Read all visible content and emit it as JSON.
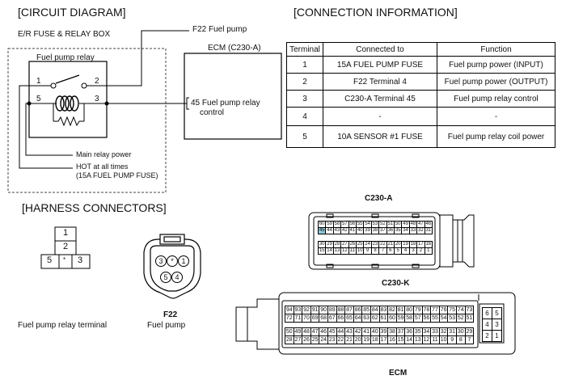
{
  "circuit": {
    "title": "[CIRCUIT DIAGRAM]",
    "box_label": "E/R FUSE & RELAY BOX",
    "relay_label": "Fuel pump relay",
    "pins": [
      "1",
      "2",
      "5",
      "3"
    ],
    "f22_label": "F22 Fuel pump",
    "ecm_label": "ECM (C230-A)",
    "ecm_pin_line1": "45 Fuel pump relay",
    "ecm_pin_line2": "control",
    "main_relay": "Main relay power",
    "hot_line1": "HOT at all times",
    "hot_line2": "(15A FUEL PUMP FUSE)"
  },
  "connection": {
    "title": "[CONNECTION INFORMATION]",
    "headers": [
      "Terminal",
      "Connected to",
      "Function"
    ],
    "rows": [
      {
        "terminal": "1",
        "connected": "15A FUEL PUMP FUSE",
        "function": "Fuel pump power (INPUT)"
      },
      {
        "terminal": "2",
        "connected": "F22 Terminal 4",
        "function": "Fuel pump power (OUTPUT)"
      },
      {
        "terminal": "3",
        "connected": "C230-A Terminal 45",
        "function": "Fuel pump relay control"
      },
      {
        "terminal": "4",
        "connected": "-",
        "function": "-"
      },
      {
        "terminal": "5",
        "connected": "10A SENSOR #1 FUSE",
        "function": "Fuel pump relay coil power"
      }
    ]
  },
  "harness": {
    "title": "[HARNESS CONNECTORS]",
    "relay_terminal": {
      "pins": [
        "1",
        "2",
        "5",
        "*",
        "3"
      ],
      "caption": "Fuel pump relay terminal"
    },
    "f22": {
      "id": "F22",
      "caption": "Fuel pump",
      "pins": [
        "3",
        "*",
        "1",
        "5",
        "4"
      ]
    },
    "c230a": {
      "label": "C230-A",
      "row1": [
        "60",
        "59",
        "58",
        "57",
        "56",
        "55",
        "54",
        "53",
        "52",
        "51",
        "50",
        "49",
        "48",
        "47",
        "46"
      ],
      "row2": [
        "45",
        "44",
        "43",
        "42",
        "41",
        "40",
        "39",
        "38",
        "37",
        "36",
        "35",
        "34",
        "33",
        "32",
        "31"
      ],
      "row3": [
        "30",
        "29",
        "28",
        "27",
        "26",
        "25",
        "24",
        "23",
        "22",
        "21",
        "20",
        "19",
        "18",
        "17",
        "16"
      ],
      "row4": [
        "15",
        "14",
        "13",
        "12",
        "11",
        "10",
        "9",
        "8",
        "7",
        "6",
        "5",
        "4",
        "3",
        "2",
        "1"
      ],
      "highlight": "45",
      "highlight_color": "#8ec8d8"
    },
    "c230k": {
      "label": "C230-K",
      "row1": [
        "94",
        "93",
        "92",
        "91",
        "90",
        "89",
        "88",
        "87",
        "86",
        "85",
        "84",
        "83",
        "82",
        "81",
        "80",
        "79",
        "78",
        "77",
        "76",
        "75",
        "74",
        "73"
      ],
      "row2": [
        "72",
        "71",
        "70",
        "69",
        "68",
        "67",
        "66",
        "65",
        "64",
        "63",
        "62",
        "61",
        "60",
        "59",
        "58",
        "57",
        "56",
        "55",
        "54",
        "53",
        "52",
        "51"
      ],
      "row3": [
        "50",
        "49",
        "48",
        "47",
        "46",
        "45",
        "44",
        "43",
        "42",
        "41",
        "40",
        "39",
        "38",
        "37",
        "36",
        "35",
        "34",
        "33",
        "32",
        "31",
        "30",
        "29"
      ],
      "row4": [
        "28",
        "27",
        "26",
        "25",
        "24",
        "23",
        "22",
        "21",
        "20",
        "19",
        "18",
        "17",
        "16",
        "15",
        "14",
        "13",
        "12",
        "11",
        "10",
        "9",
        "8",
        "7"
      ],
      "side": [
        [
          "6",
          "5"
        ],
        [
          "4",
          "3"
        ],
        [
          "2",
          "1"
        ]
      ]
    },
    "ecm_label": "ECM"
  }
}
